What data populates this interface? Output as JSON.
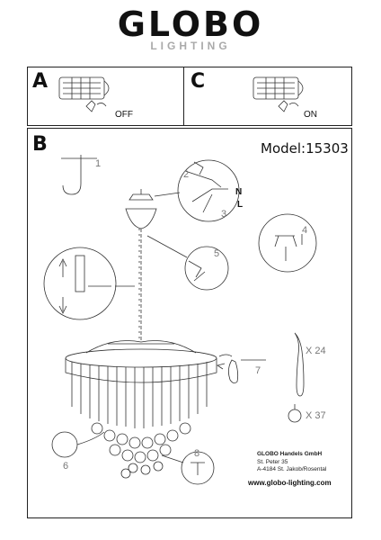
{
  "logo": {
    "brand": "GLOBO",
    "sub": "LIGHTING"
  },
  "panel_a": {
    "letter": "A",
    "label": "OFF"
  },
  "panel_c": {
    "letter": "C",
    "label": "ON"
  },
  "panel_b": {
    "letter": "B",
    "model": "Model:15303",
    "steps": [
      "1",
      "2",
      "3",
      "4",
      "5",
      "6",
      "7",
      "8"
    ],
    "wire_n": "N",
    "wire_l": "L",
    "qty_drop": "X 24",
    "qty_ball": "X 37"
  },
  "company": {
    "name": "GLOBO Handels GmbH",
    "street": "St. Peter 35",
    "city": "A-4184 St. Jakob/Rosental",
    "web": "www.globo-lighting.com"
  }
}
